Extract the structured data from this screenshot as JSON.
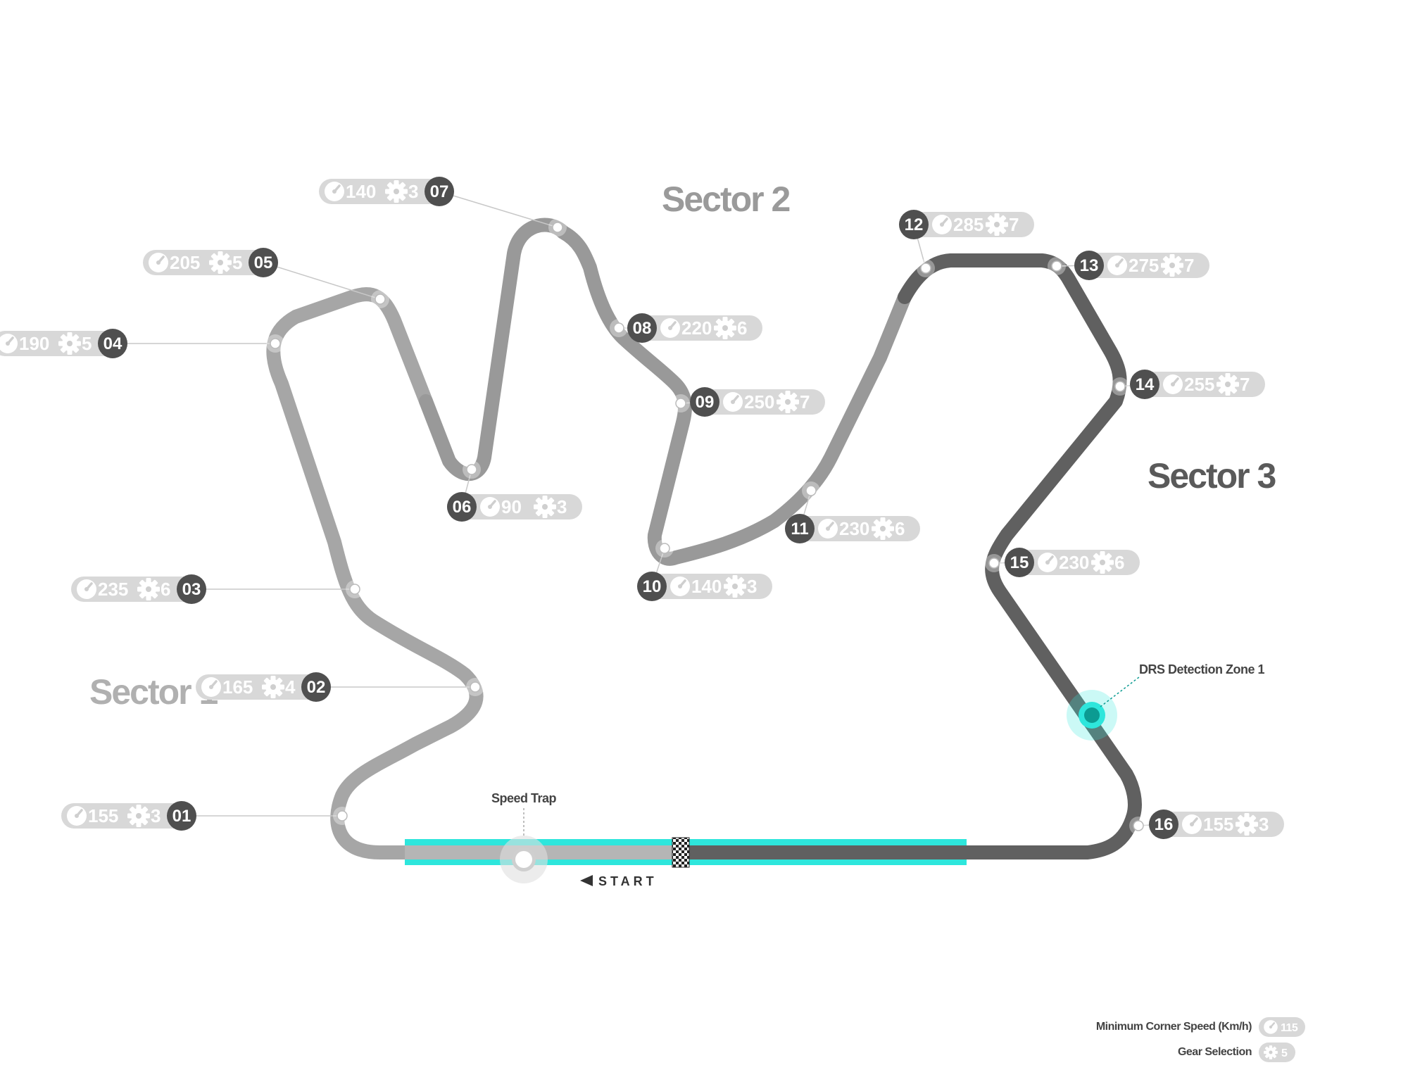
{
  "sectors": [
    {
      "label": "Sector 1",
      "color": "#a6a6a6"
    },
    {
      "label": "Sector 2",
      "color": "#999999"
    },
    {
      "label": "Sector 3",
      "color": "#606060"
    }
  ],
  "corners": [
    {
      "num": "01",
      "speed": "155",
      "gear": "3"
    },
    {
      "num": "02",
      "speed": "165",
      "gear": "4"
    },
    {
      "num": "03",
      "speed": "235",
      "gear": "6"
    },
    {
      "num": "04",
      "speed": "190",
      "gear": "5"
    },
    {
      "num": "05",
      "speed": "205",
      "gear": "5"
    },
    {
      "num": "06",
      "speed": "90",
      "gear": "3"
    },
    {
      "num": "07",
      "speed": "140",
      "gear": "3"
    },
    {
      "num": "08",
      "speed": "220",
      "gear": "6"
    },
    {
      "num": "09",
      "speed": "250",
      "gear": "7"
    },
    {
      "num": "10",
      "speed": "140",
      "gear": "3"
    },
    {
      "num": "11",
      "speed": "230",
      "gear": "6"
    },
    {
      "num": "12",
      "speed": "285",
      "gear": "7"
    },
    {
      "num": "13",
      "speed": "275",
      "gear": "7"
    },
    {
      "num": "14",
      "speed": "255",
      "gear": "7"
    },
    {
      "num": "15",
      "speed": "230",
      "gear": "6"
    },
    {
      "num": "16",
      "speed": "155",
      "gear": "3"
    }
  ],
  "markers": {
    "speed_trap": "Speed Trap",
    "drs_detection": "DRS Detection Zone 1",
    "start": "START"
  },
  "legend": {
    "speed_label": "Minimum Corner Speed (Km/h)",
    "speed_sample": "115",
    "gear_label": "Gear Selection",
    "gear_sample": "5"
  },
  "colors": {
    "sector1": "#a6a6a6",
    "sector2": "#999999",
    "sector3": "#606060",
    "drs": "#2ee6dc",
    "badge_dark": "#4f4f4f",
    "pill": "#d8d8d8"
  }
}
